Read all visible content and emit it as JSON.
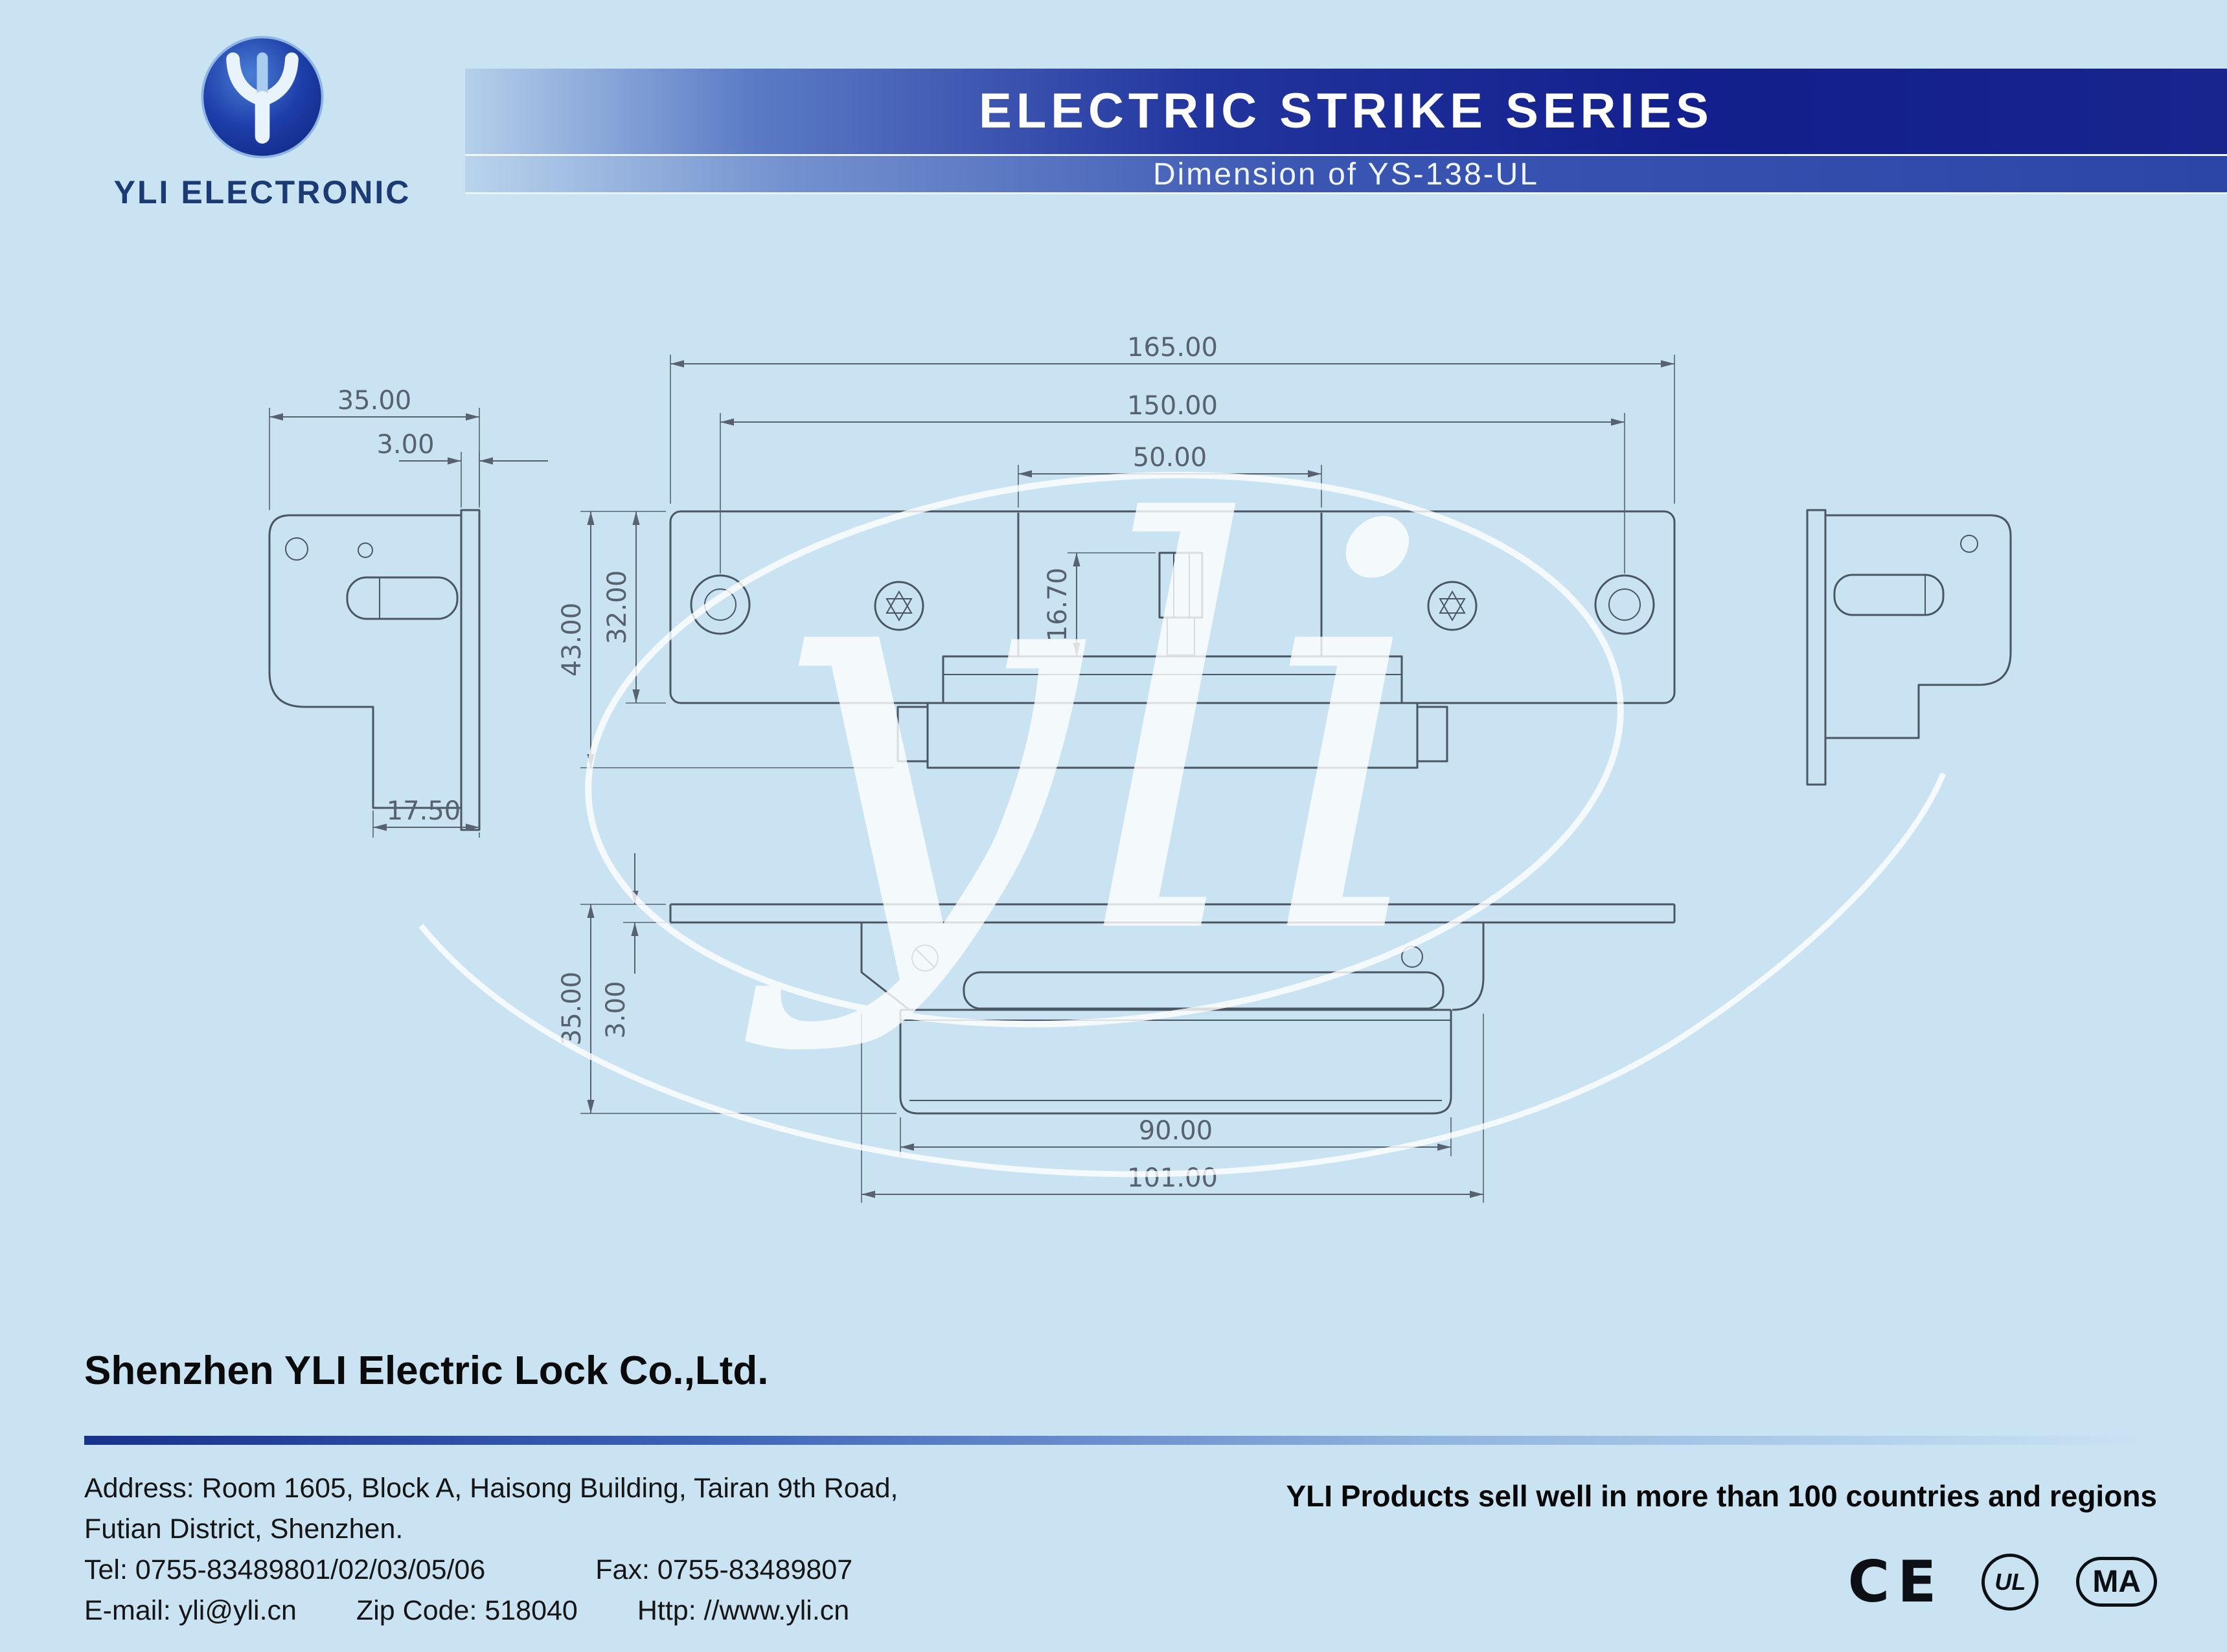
{
  "colors": {
    "background": "#c9e3f3",
    "banner_blue": "#17278f",
    "drawing_line": "#4b5663"
  },
  "header": {
    "brand": "YLI ELECTRONIC",
    "series_title": "ELECTRIC STRIKE SERIES",
    "subtitle": "Dimension of YS-138-UL"
  },
  "watermark": "yli",
  "dims": {
    "front_total_width": "165.00",
    "front_hole_span": "150.00",
    "front_keeper_width": "50.00",
    "front_total_height": "43.00",
    "front_plate_height": "32.00",
    "front_latch_height": "16.70",
    "side_total_width": "35.00",
    "side_plate_thickness": "3.00",
    "side_foot_depth": "17.50",
    "bottom_total_depth": "35.00",
    "bottom_plate_thickness": "3.00",
    "bottom_body_width": "90.00",
    "bottom_overall_width": "101.00"
  },
  "footer": {
    "company": "Shenzhen YLI Electric Lock Co.,Ltd.",
    "address_line1": "Address: Room 1605, Block A, Haisong Building, Tairan 9th Road,",
    "address_line2": "Futian District, Shenzhen.",
    "tel": "Tel: 0755-83489801/02/03/05/06",
    "fax": "Fax: 0755-83489807",
    "email": "E-mail: yli@yli.cn",
    "zip": "Zip Code: 518040",
    "website": "Http: //www.yli.cn",
    "slogan": "YLI Products sell well in more than 100 countries and regions",
    "certs": {
      "ce": "CE",
      "ul": "UL",
      "ma": "MA"
    }
  }
}
